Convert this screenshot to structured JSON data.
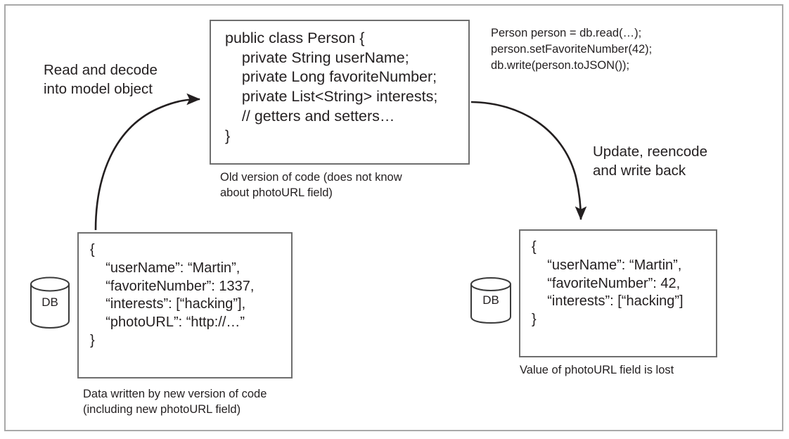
{
  "figure": {
    "code_box": {
      "lines": "public class Person {\n    private String userName;\n    private Long favoriteNumber;\n    private List<String> interests;\n    // getters and setters…\n}"
    },
    "code_snippet_right": {
      "lines": "Person person = db.read(…);\nperson.setFavoriteNumber(42);\ndb.write(person.toJSON());"
    },
    "json_left": {
      "lines": "{\n    “userName”: “Martin”,\n    “favoriteNumber”: 1337,\n    “interests”: [“hacking”],\n    “photoURL”: “http://…”\n}"
    },
    "json_right": {
      "lines": "{\n    “userName”: “Martin”,\n    “favoriteNumber”: 42,\n    “interests”: [“hacking”]\n}"
    },
    "labels": {
      "read_arrow": "Read and decode\ninto model object",
      "update_arrow": "Update, reencode\nand write back"
    },
    "captions": {
      "old_version": "Old version of code (does not know\nabout photoURL field)",
      "data_written": "Data written by new version of code\n(including new photoURL field)",
      "value_lost": "Value of photoURL field is lost"
    },
    "databases": {
      "left_label": "DB",
      "right_label": "DB"
    },
    "colors": {
      "text": "#231f20",
      "box_border": "#6e6e6e",
      "frame_border": "#a9a9a9",
      "arrow": "#231f20"
    }
  }
}
